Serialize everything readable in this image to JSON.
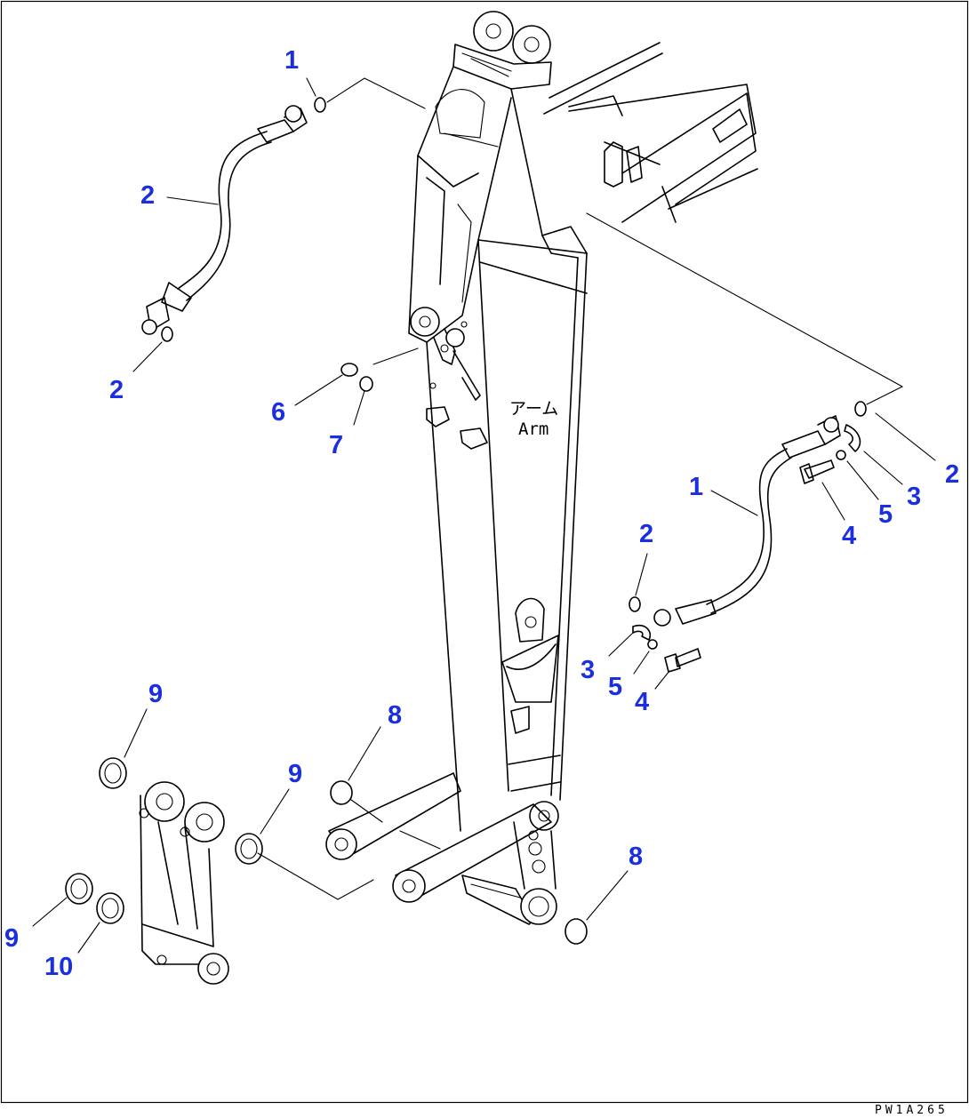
{
  "arm_label_jp": "アーム",
  "arm_label_en": "Arm",
  "drawing_code": "PW1A265",
  "callouts": [
    "1",
    "2",
    "2",
    "6",
    "7",
    "1",
    "2",
    "3",
    "5",
    "4",
    "2",
    "3",
    "5",
    "4",
    "9",
    "8",
    "9",
    "8",
    "9",
    "10"
  ]
}
